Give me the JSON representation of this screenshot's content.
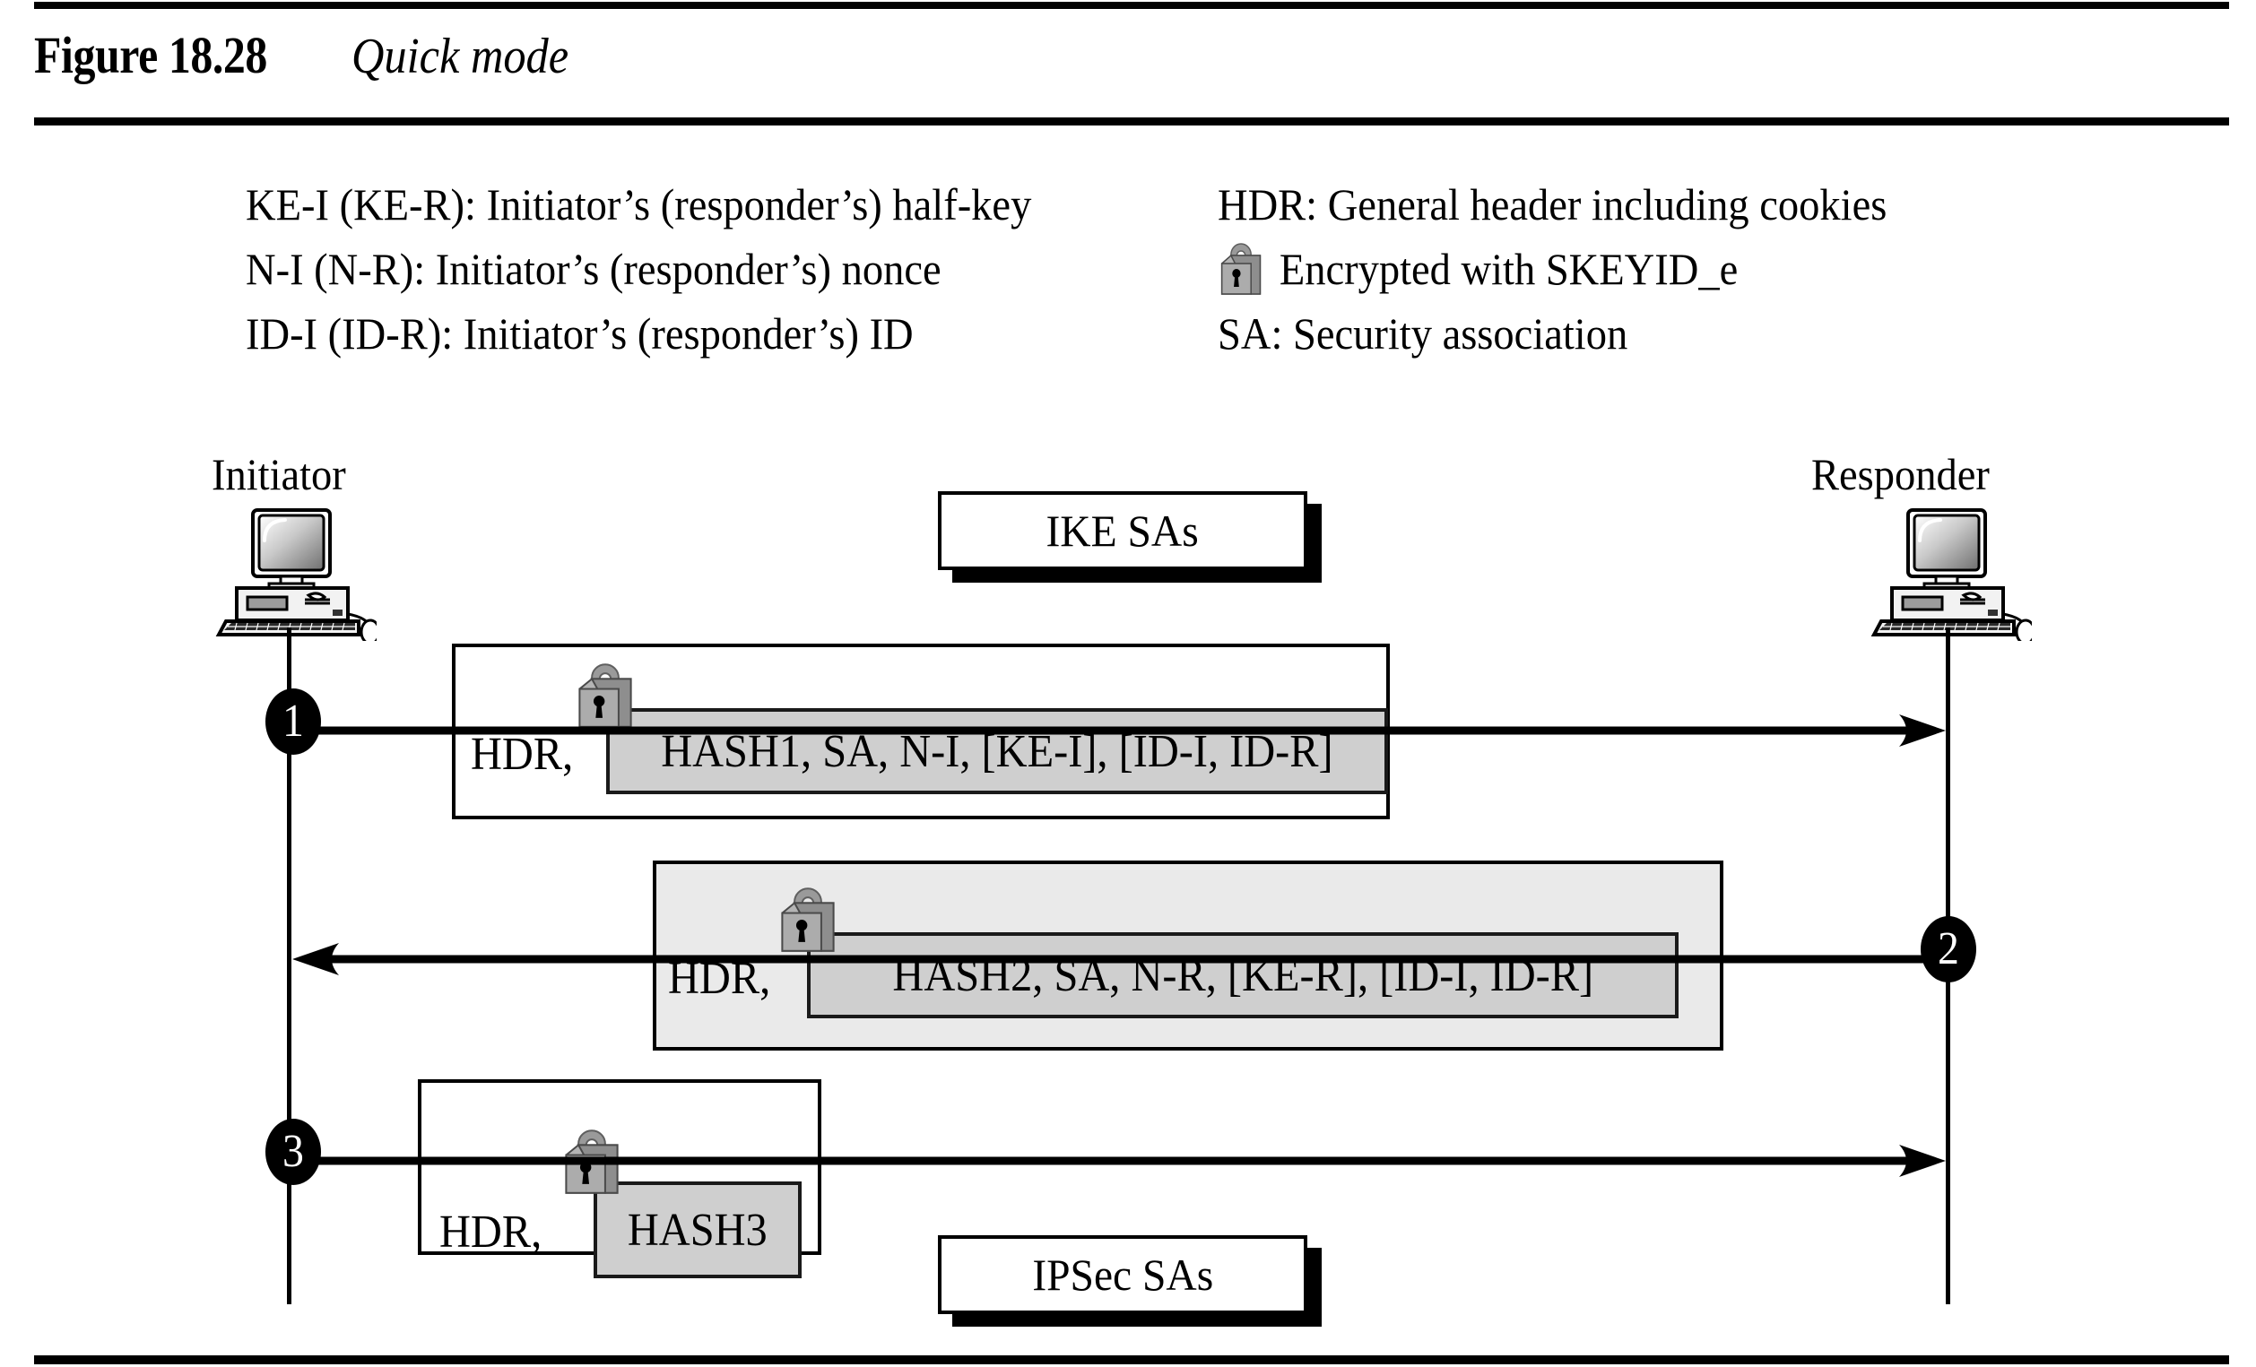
{
  "figure": {
    "number": "Figure 18.28",
    "caption": "Quick mode"
  },
  "legend": {
    "left_column": [
      {
        "text": "KE-I (KE-R): Initiator’s (responder’s) half-key"
      },
      {
        "text": "N-I (N-R): Initiator’s (responder’s) nonce"
      },
      {
        "text": "ID-I (ID-R): Initiator’s (responder’s) ID"
      }
    ],
    "right_column": [
      {
        "icon": "",
        "text": "HDR: General header including cookies"
      },
      {
        "icon": "padlock-icon",
        "text": "Encrypted with SKEYID_e"
      },
      {
        "icon": "",
        "text": "SA: Security association"
      }
    ]
  },
  "actors": {
    "initiator": {
      "label": "Initiator",
      "icon": "desktop-computer-icon"
    },
    "responder": {
      "label": "Responder",
      "icon": "desktop-computer-icon"
    }
  },
  "sa_boxes": [
    {
      "id": "ike-sas",
      "label": "IKE SAs"
    },
    {
      "id": "ipsec-sas",
      "label": "IPSec SAs"
    }
  ],
  "messages": [
    {
      "step": "1",
      "hdr": "HDR,",
      "payload": "HASH1, SA, N-I, [KE-I], [ID-I, ID-R]",
      "direction": "right",
      "encrypted": true,
      "outer_fill": "#ffffff"
    },
    {
      "step": "2",
      "hdr": "HDR,",
      "payload": "HASH2, SA, N-R, [KE-R], [ID-I, ID-R]",
      "direction": "left",
      "encrypted": true,
      "outer_fill": "#eaeaea"
    },
    {
      "step": "3",
      "hdr": "HDR,",
      "payload": "HASH3",
      "direction": "right",
      "encrypted": true,
      "outer_fill": "#ffffff"
    }
  ],
  "colors": {
    "ink": "#000000",
    "payload_fill": "#cfcfcf",
    "outer_gray_fill": "#eaeaea",
    "lock_body": "#a8a8a8",
    "lock_shackle": "#9a9a9a",
    "page": "#ffffff"
  }
}
